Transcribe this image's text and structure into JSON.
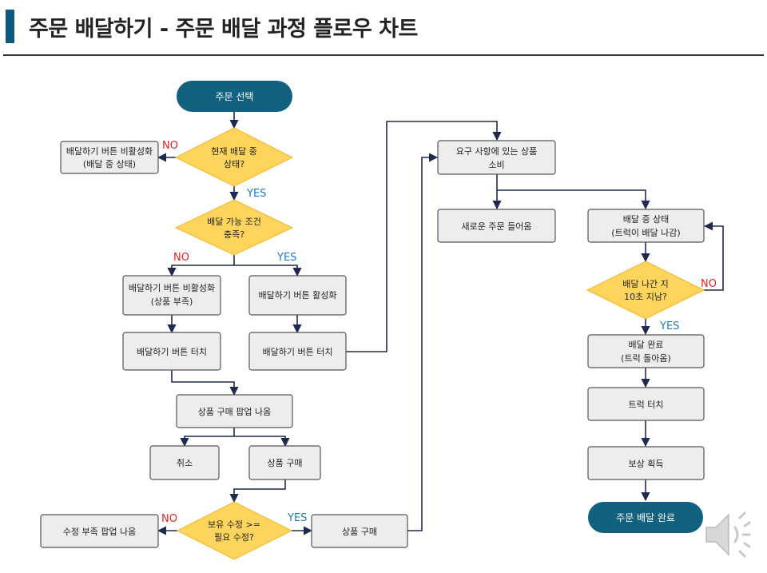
{
  "title": "주문 배달하기 - 주문 배달 과정 플로우 차트",
  "nodes": {
    "start": "주문 선택",
    "disable_delivering": [
      "배달하기 버튼 비활성화",
      "(배달 중 상태)"
    ],
    "is_delivering": [
      "현재 배달 중",
      "상태?"
    ],
    "condition_met": [
      "배달 가능 조건",
      "충족?"
    ],
    "disable_shortage": [
      "배달하기 버튼 비활성화",
      "(상품 부족)"
    ],
    "enable_button": [
      "배달하기 버튼 활성화"
    ],
    "touch_disabled": [
      "배달하기 버튼 터치"
    ],
    "touch_enabled": [
      "배달하기 버튼 터치"
    ],
    "purchase_popup": [
      "상품 구매 팝업 나옴"
    ],
    "cancel": [
      "취소"
    ],
    "buy_product": [
      "상품 구매"
    ],
    "enough_qty": [
      "보유 수정 >=",
      "필요 수정?"
    ],
    "shortage_popup": [
      "수정 부족 팝업 나옴"
    ],
    "buy_product_2": [
      "상품 구매"
    ],
    "consume": [
      "요구 사항에 있는 상품",
      "소비"
    ],
    "new_order": [
      "새로운 주문 들어옴"
    ],
    "delivering_state": [
      "배달 중 상태",
      "(트럭이 배달 나감)"
    ],
    "ten_seconds": [
      "배달 나간 지",
      "10초 지남?"
    ],
    "delivery_done": [
      "배달 완료",
      "(트럭 돌아옴)"
    ],
    "truck_touch": [
      "트럭 터치"
    ],
    "reward": [
      "보상 획득"
    ],
    "end": "주문 배달 완료"
  },
  "labels": {
    "no": "NO",
    "yes": "YES"
  },
  "colors": {
    "terminal": "#12617e",
    "decision": "#fdd45c",
    "process": "#ededed",
    "no": "#e02424",
    "yes": "#1f7ac0",
    "accent": "#0e5a7e"
  },
  "icons": {
    "audio": "speaker-icon"
  }
}
